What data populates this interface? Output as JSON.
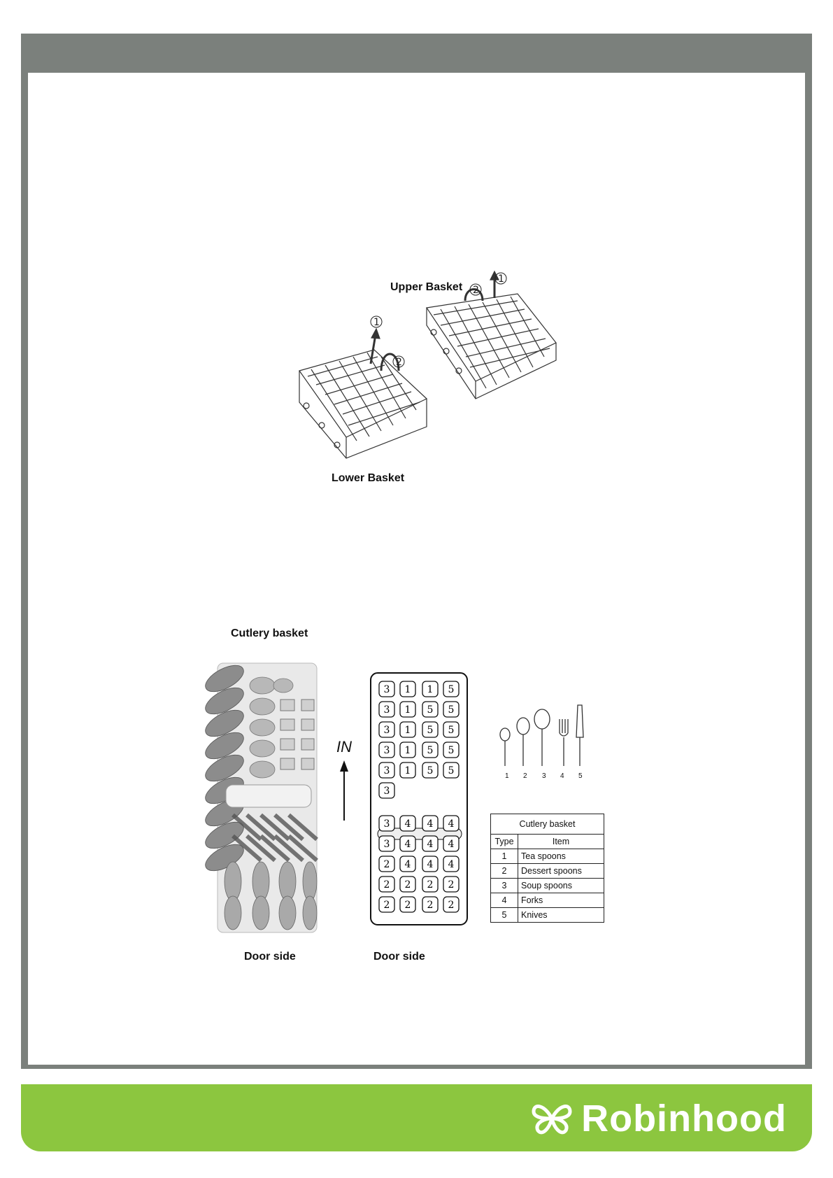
{
  "baskets": {
    "upper_label": "Upper Basket",
    "lower_label": "Lower Basket",
    "step_1": "①",
    "step_2": "②"
  },
  "cutlery": {
    "title": "Cutlery basket",
    "door_side_left": "Door side",
    "door_side_right": "Door side",
    "in_label": "IN",
    "grid_rows": [
      [
        "3",
        "1",
        "1",
        "5"
      ],
      [
        "3",
        "1",
        "5",
        "5"
      ],
      [
        "3",
        "1",
        "5",
        "5"
      ],
      [
        "3",
        "1",
        "5",
        "5"
      ],
      [
        "3",
        "1",
        "5",
        "5"
      ],
      [
        "3",
        "",
        "",
        ""
      ],
      [
        "3",
        "4",
        "4",
        "4"
      ],
      [
        "3",
        "4",
        "4",
        "4"
      ],
      [
        "2",
        "4",
        "4",
        "4"
      ],
      [
        "2",
        "2",
        "2",
        "2"
      ],
      [
        "2",
        "2",
        "2",
        "2"
      ]
    ],
    "utensil_numbers": [
      "1",
      "2",
      "3",
      "4",
      "5"
    ]
  },
  "legend_table": {
    "caption": "Cutlery basket",
    "headers": [
      "Type",
      "Item"
    ],
    "rows": [
      {
        "type": "1",
        "item": "Tea spoons"
      },
      {
        "type": "2",
        "item": "Dessert spoons"
      },
      {
        "type": "3",
        "item": "Soup spoons"
      },
      {
        "type": "4",
        "item": "Forks"
      },
      {
        "type": "5",
        "item": "Knives"
      }
    ]
  },
  "footer": {
    "brand": "Robinhood",
    "logo_icon": "butterfly-icon"
  },
  "colors": {
    "frame": "#7b807c",
    "footer": "#8cc63f"
  }
}
